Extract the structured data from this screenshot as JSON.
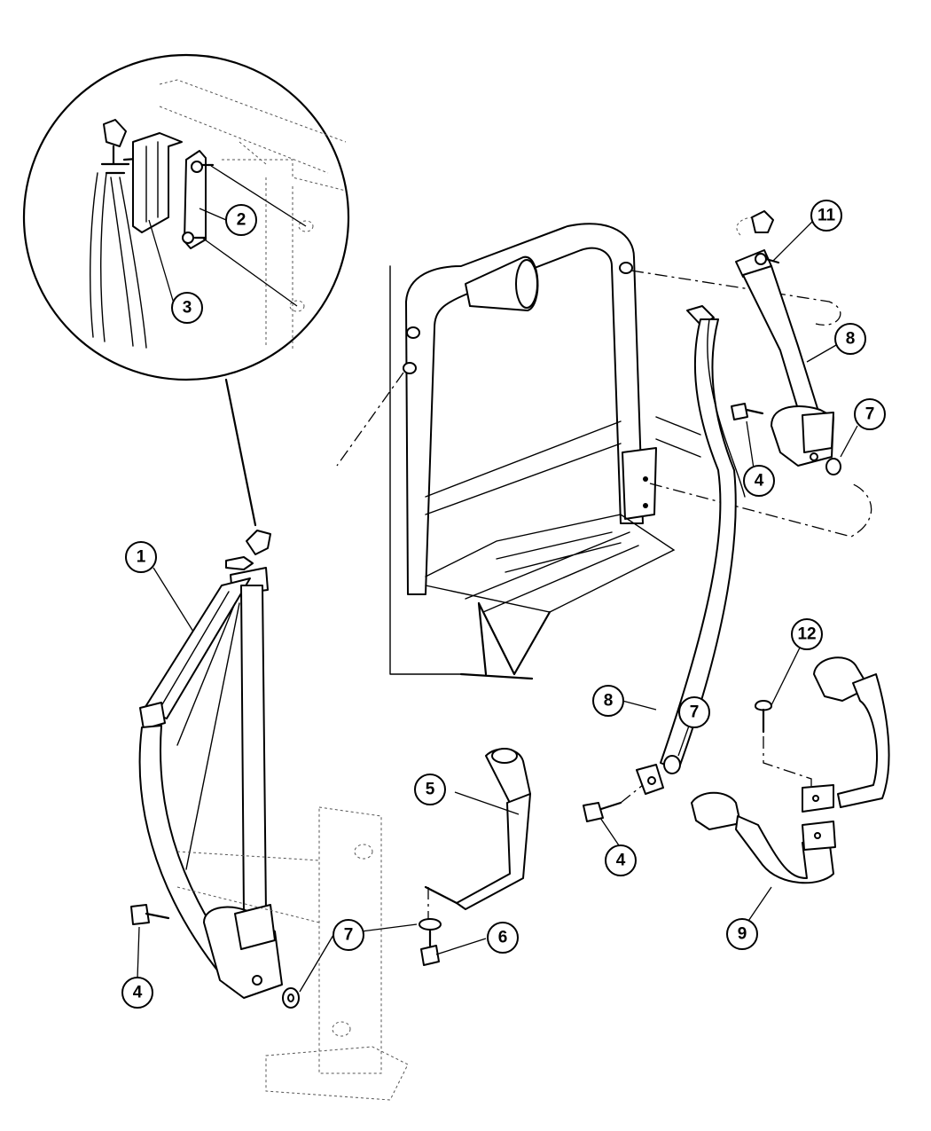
{
  "callouts": [
    {
      "id": "c1",
      "label": "1"
    },
    {
      "id": "c2",
      "label": "2"
    },
    {
      "id": "c3",
      "label": "3"
    },
    {
      "id": "c4a",
      "label": "4"
    },
    {
      "id": "c4b",
      "label": "4"
    },
    {
      "id": "c4c",
      "label": "4"
    },
    {
      "id": "c5",
      "label": "5"
    },
    {
      "id": "c6",
      "label": "6"
    },
    {
      "id": "c7a",
      "label": "7"
    },
    {
      "id": "c7b",
      "label": "7"
    },
    {
      "id": "c7c",
      "label": "7"
    },
    {
      "id": "c8a",
      "label": "8"
    },
    {
      "id": "c8b",
      "label": "8"
    },
    {
      "id": "c9",
      "label": "9"
    },
    {
      "id": "c11",
      "label": "11"
    },
    {
      "id": "c12",
      "label": "12"
    }
  ]
}
